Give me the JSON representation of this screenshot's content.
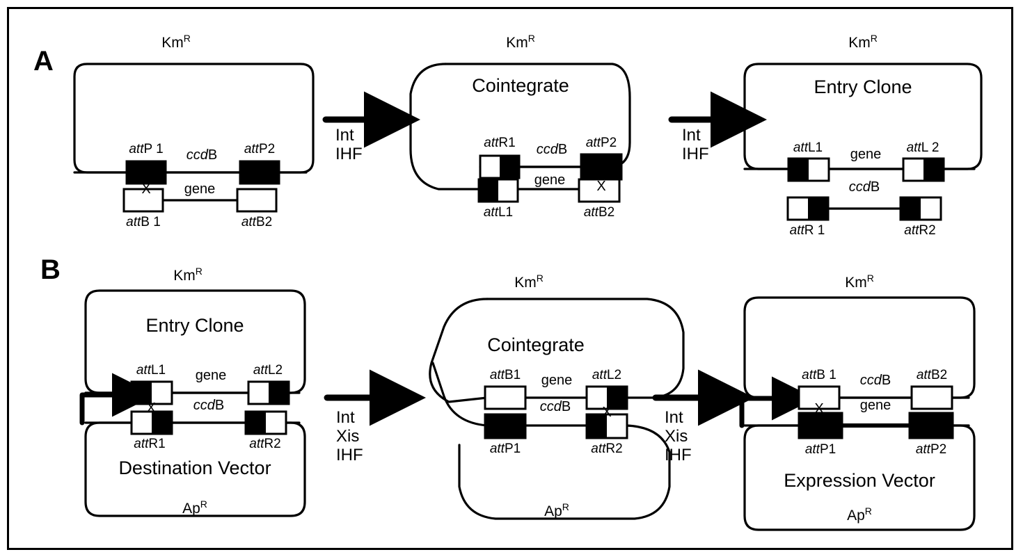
{
  "figure": {
    "panels": [
      {
        "letter": "A",
        "arrows": [
          {
            "label_lines": [
              "Int",
              "IHF"
            ]
          },
          {
            "label_lines": [
              "Int",
              "IHF"
            ]
          }
        ],
        "steps": [
          {
            "name": "donor-vector",
            "title": "",
            "top_marker": "Km",
            "top_marker_sup": "R",
            "bottom_marker": "",
            "bottom_marker_sup": "",
            "crossover": "X",
            "upper_segment": {
              "label": "ccdB",
              "label_italic": "ccd",
              "label_plain": "B",
              "left_site": {
                "name": "attP1",
                "prefix": "att",
                "suffix": "P1",
                "fill": "black"
              },
              "right_site": {
                "name": "attP2",
                "prefix": "att",
                "suffix": "P2",
                "fill": "black"
              },
              "labels_above": true
            },
            "lower_segment": {
              "label": "gene",
              "label_italic": "",
              "label_plain": "gene",
              "left_site": {
                "name": "attB1",
                "prefix": "att",
                "suffix": "B1",
                "fill": "white"
              },
              "right_site": {
                "name": "attB2",
                "prefix": "att",
                "suffix": "B2",
                "fill": "white"
              },
              "labels_above": false
            }
          },
          {
            "name": "cointegrate-a",
            "title": "Cointegrate",
            "top_marker": "Km",
            "top_marker_sup": "R",
            "bottom_marker": "",
            "bottom_marker_sup": "",
            "crossover": "X",
            "upper_segment": {
              "label": "ccdB",
              "label_italic": "ccd",
              "label_plain": "B",
              "left_site": {
                "name": "attR1",
                "prefix": "att",
                "suffix": "R1",
                "fill": "white-black"
              },
              "right_site": {
                "name": "attP2",
                "prefix": "att",
                "suffix": "P2",
                "fill": "black"
              },
              "labels_above": true
            },
            "lower_segment": {
              "label": "gene",
              "label_italic": "",
              "label_plain": "gene",
              "left_site": {
                "name": "attL1",
                "prefix": "att",
                "suffix": "L1",
                "fill": "black-white"
              },
              "right_site": {
                "name": "attB2",
                "prefix": "att",
                "suffix": "B2",
                "fill": "white"
              },
              "labels_above": false
            }
          },
          {
            "name": "entry-clone",
            "title": "Entry Clone",
            "top_marker": "Km",
            "top_marker_sup": "R",
            "bottom_marker": "",
            "bottom_marker_sup": "",
            "crossover": "",
            "upper_segment": {
              "label": "gene",
              "label_italic": "",
              "label_plain": "gene",
              "left_site": {
                "name": "attL1",
                "prefix": "att",
                "suffix": "L1",
                "fill": "black-white"
              },
              "right_site": {
                "name": "attL2",
                "prefix": "att",
                "suffix": "L2",
                "fill": "white-black"
              },
              "labels_above": true
            },
            "lower_segment": {
              "label": "ccdB",
              "label_italic": "ccd",
              "label_plain": "B",
              "left_site": {
                "name": "attR1",
                "prefix": "att",
                "suffix": "R1",
                "fill": "white-black"
              },
              "right_site": {
                "name": "attR2",
                "prefix": "att",
                "suffix": "R2",
                "fill": "black-white"
              },
              "labels_above": false
            }
          }
        ]
      },
      {
        "letter": "B",
        "arrows": [
          {
            "label_lines": [
              "Int",
              "Xis",
              "IHF"
            ]
          },
          {
            "label_lines": [
              "Int",
              "Xis",
              "IHF"
            ]
          }
        ],
        "steps": [
          {
            "name": "entry-clone-and-destination-vector",
            "title": "Entry Clone",
            "title_bottom": "Destination Vector",
            "top_marker": "Km",
            "top_marker_sup": "R",
            "bottom_marker": "Ap",
            "bottom_marker_sup": "R",
            "crossover": "X",
            "promoter": true,
            "upper_segment": {
              "label": "gene",
              "label_italic": "",
              "label_plain": "gene",
              "left_site": {
                "name": "attL1",
                "prefix": "att",
                "suffix": "L1",
                "fill": "black-white"
              },
              "right_site": {
                "name": "attL2",
                "prefix": "att",
                "suffix": "L2",
                "fill": "white-black"
              },
              "labels_above": true
            },
            "lower_segment": {
              "label": "ccdB",
              "label_italic": "ccd",
              "label_plain": "B",
              "left_site": {
                "name": "attR1",
                "prefix": "att",
                "suffix": "R1",
                "fill": "white-black"
              },
              "right_site": {
                "name": "attR2",
                "prefix": "att",
                "suffix": "R2",
                "fill": "black-white"
              },
              "labels_above": false
            }
          },
          {
            "name": "cointegrate-b",
            "title": "Cointegrate",
            "title_bottom": "",
            "top_marker": "Km",
            "top_marker_sup": "R",
            "bottom_marker": "Ap",
            "bottom_marker_sup": "R",
            "crossover": "X",
            "promoter": false,
            "upper_segment": {
              "label": "gene",
              "label_italic": "",
              "label_plain": "gene",
              "left_site": {
                "name": "attB1",
                "prefix": "att",
                "suffix": "B1",
                "fill": "white"
              },
              "right_site": {
                "name": "attL2",
                "prefix": "att",
                "suffix": "L2",
                "fill": "white-black"
              },
              "labels_above": true
            },
            "lower_segment": {
              "label": "ccdB",
              "label_italic": "ccd",
              "label_plain": "B",
              "left_site": {
                "name": "attP1",
                "prefix": "att",
                "suffix": "P1",
                "fill": "black"
              },
              "right_site": {
                "name": "attR2",
                "prefix": "att",
                "suffix": "R2",
                "fill": "black-white"
              },
              "labels_above": false
            }
          },
          {
            "name": "expression-vector",
            "title": "",
            "title_bottom": "Expression Vector",
            "top_marker": "Km",
            "top_marker_sup": "R",
            "bottom_marker": "Ap",
            "bottom_marker_sup": "R",
            "crossover": "X",
            "promoter": true,
            "upper_segment": {
              "label": "ccdB",
              "label_italic": "ccd",
              "label_plain": "B",
              "left_site": {
                "name": "attB1",
                "prefix": "att",
                "suffix": "B1",
                "fill": "white"
              },
              "right_site": {
                "name": "attB2",
                "prefix": "att",
                "suffix": "B2",
                "fill": "white"
              },
              "labels_above": true
            },
            "lower_segment": {
              "label": "gene",
              "label_italic": "",
              "label_plain": "gene",
              "left_site": {
                "name": "attP1",
                "prefix": "att",
                "suffix": "P1",
                "fill": "black"
              },
              "right_site": {
                "name": "attP2",
                "prefix": "att",
                "suffix": "P2",
                "fill": "black"
              },
              "labels_above": false
            }
          }
        ]
      }
    ]
  },
  "labels": {
    "km": "Km",
    "ap": "Ap",
    "sup_r": "R",
    "cointegrate": "Cointegrate",
    "entry_clone": "Entry Clone",
    "destination_vector": "Destination Vector",
    "expression_vector": "Expression Vector",
    "gene": "gene",
    "ccd": "ccd",
    "b_upper": "B",
    "x_mark": "X",
    "int": "Int",
    "ihf": "IHF",
    "xis": "Xis",
    "panel_a": "A",
    "panel_b": "B",
    "att": "att",
    "p1": "P1",
    "p2": "P2",
    "b1": "B1",
    "b2": "B2",
    "l1": "L1",
    "l2": "L2",
    "r1": "R1",
    "r2": "R2",
    "r1_spaced": "R 1",
    "p1_spaced": "P 1",
    "b1_spaced": "B 1",
    "l2_spaced": "L 2"
  },
  "colors": {
    "ink": "#000000",
    "paper": "#ffffff"
  }
}
